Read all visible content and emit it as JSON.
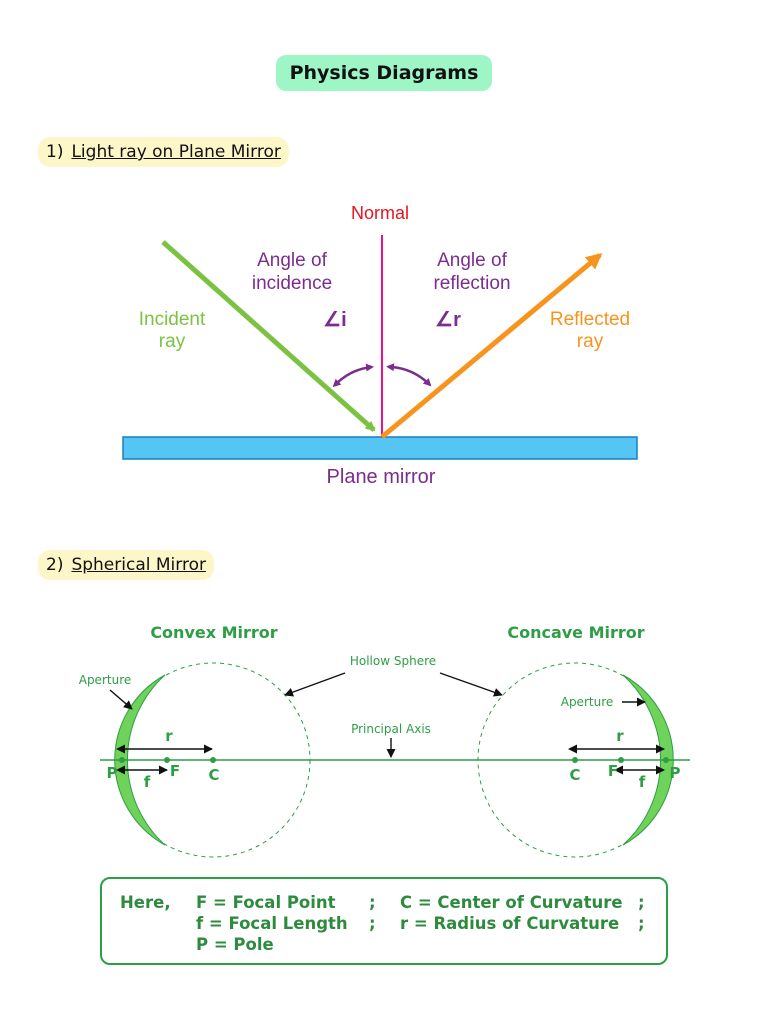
{
  "title": "Physics Diagrams",
  "section1": {
    "number": "1)",
    "title": "Light ray on Plane Mirror"
  },
  "section2": {
    "number": "2)",
    "title": "Spherical Mirror"
  },
  "plane_mirror": {
    "normal": "Normal",
    "incidence_line1": "Angle of",
    "incidence_line2": "incidence",
    "reflection_line1": "Angle of",
    "reflection_line2": "reflection",
    "angle_i": "∠i",
    "angle_r": "∠r",
    "incident_line1": "Incident",
    "incident_line2": "ray",
    "reflected_line1": "Reflected",
    "reflected_line2": "ray",
    "mirror_label": "Plane mirror",
    "colors": {
      "incident": "#7cc242",
      "reflected": "#f7941d",
      "normal": "#e8128c",
      "arc": "#7b2d8e",
      "mirror": "#55c6f3",
      "normal_label": "#e8141c"
    }
  },
  "spherical": {
    "convex_title": "Convex Mirror",
    "concave_title": "Concave Mirror",
    "hollow_sphere": "Hollow Sphere",
    "principal_axis": "Principal Axis",
    "aperture_left": "Aperture",
    "aperture_right": "Aperture",
    "r": "r",
    "f": "f",
    "P": "P",
    "F": "F",
    "C": "C",
    "color": "#2e9e46"
  },
  "legend": {
    "here": "Here,",
    "F": "F = Focal Point",
    "sep1": ";",
    "C": "C = Center of Curvature",
    "sep2": ";",
    "f": "f = Focal Length",
    "sep3": ";",
    "r": "r = Radius of Curvature",
    "sep4": ";",
    "P": "P = Pole"
  }
}
